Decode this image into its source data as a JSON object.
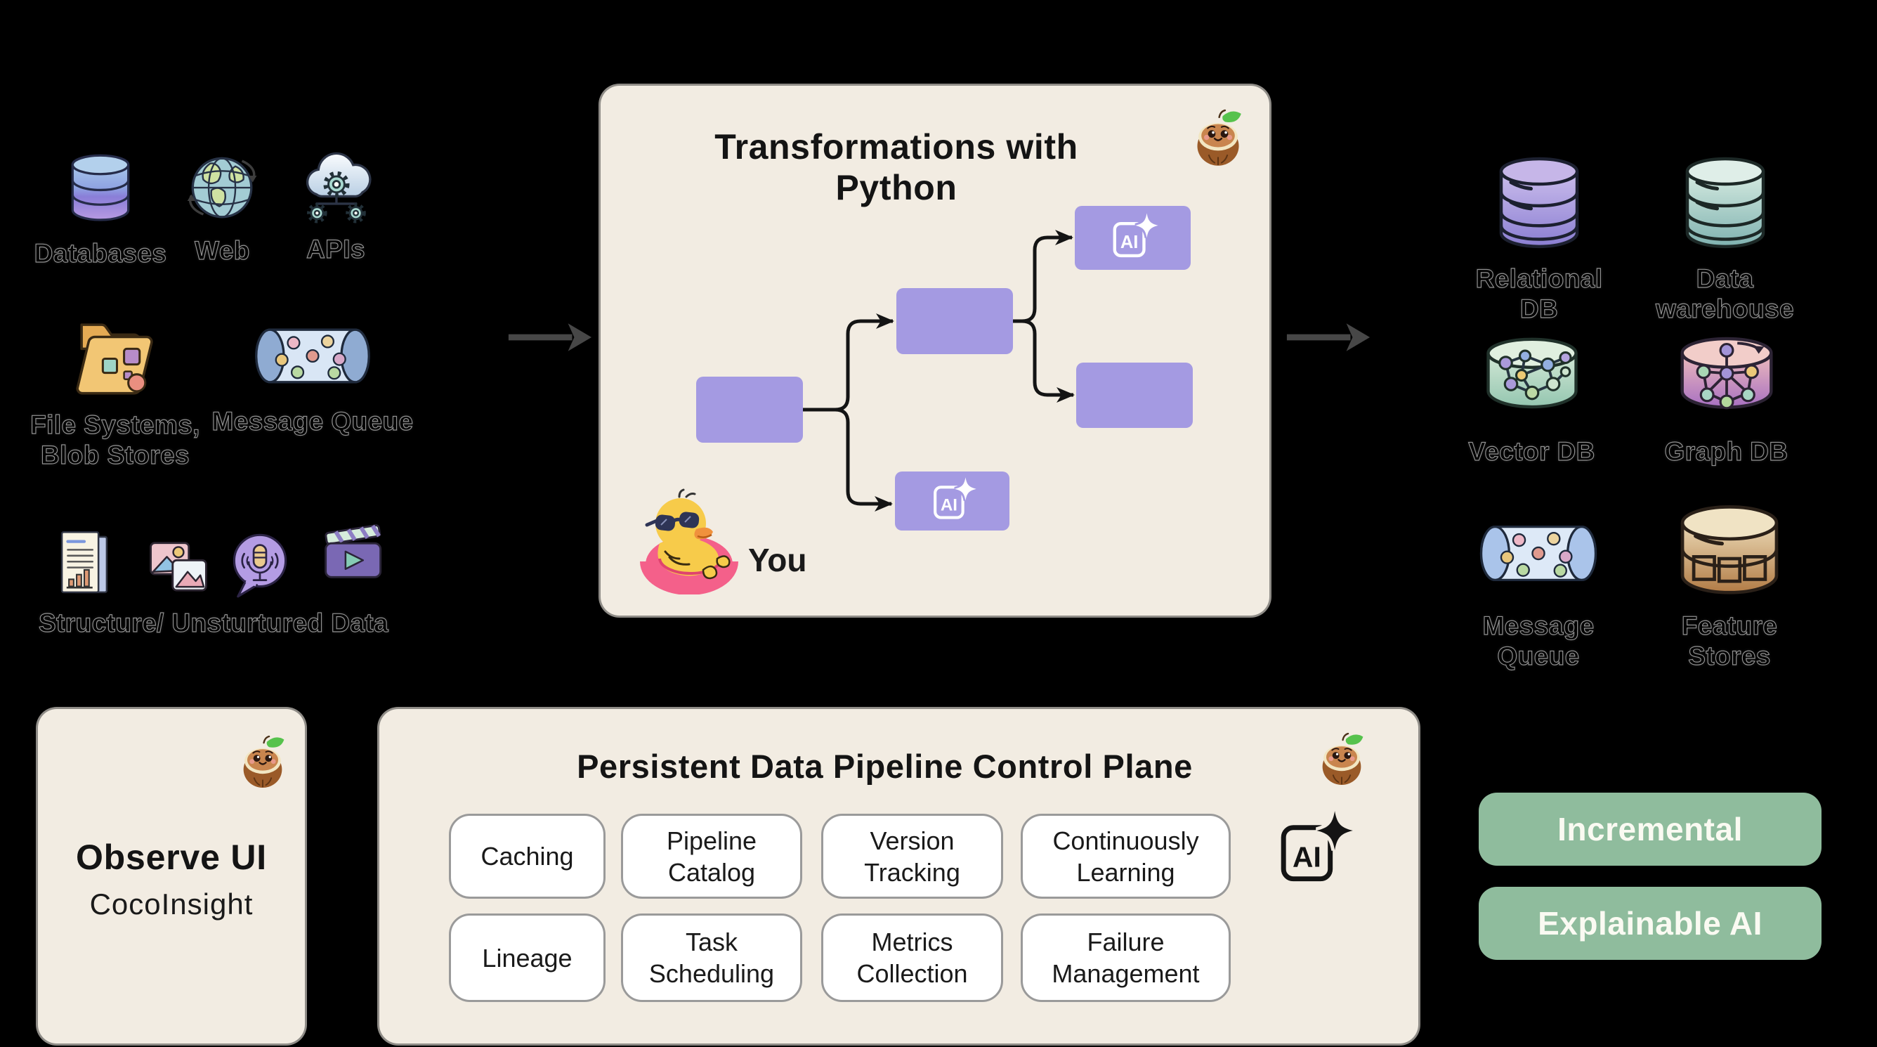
{
  "colors": {
    "background": "#000000",
    "card_bg": "#f2ece2",
    "flow_purple": "#a49ae2",
    "badge_green": "#8fbc9d",
    "chip_bg": "#ffffff",
    "chip_border": "#9a9a9a",
    "flow_line": "#141414",
    "connector_gray": "#474747",
    "label_text": "#000000",
    "badge_text": "#fafaf2"
  },
  "sources": {
    "databases": {
      "label": "Databases",
      "icon": "database-cylinder-icon"
    },
    "web": {
      "label": "Web",
      "icon": "globe-icon"
    },
    "apis": {
      "label": "APIs",
      "icon": "cloud-gears-icon"
    },
    "file_systems": {
      "label": "File Systems,\nBlob Stores",
      "icon": "folder-icon"
    },
    "message_queue": {
      "label": "Message Queue",
      "icon": "message-queue-cylinder-icon"
    },
    "mixed_data": {
      "label": "Structure/ Unsturtured Data",
      "icons": [
        "document-icon",
        "images-icon",
        "audio-bubble-icon",
        "video-clapper-icon"
      ]
    }
  },
  "transformations": {
    "title": "Transformations with Python",
    "mascot": "coconut-mascot-icon",
    "duck": "duck-on-float-icon",
    "you_label": "You",
    "ai_box_text": "AI"
  },
  "destinations": {
    "relational_db": {
      "label": "Relational DB"
    },
    "data_warehouse": {
      "label": "Data warehouse"
    },
    "vector_db": {
      "label": "Vector DB"
    },
    "graph_db": {
      "label": "Graph DB"
    },
    "message_queue": {
      "label": "Message Queue"
    },
    "feature_stores": {
      "label": "Feature Stores"
    }
  },
  "observe": {
    "title": "Observe UI",
    "subtitle": "CocoInsight",
    "mascot": "coconut-mascot-icon"
  },
  "control_plane": {
    "title": "Persistent Data Pipeline Control Plane",
    "mascot": "coconut-mascot-icon",
    "ai_icon": "ai-sparkle-icon",
    "chips": [
      [
        "Caching",
        "Pipeline Catalog",
        "Version Tracking",
        "Continuously Learning"
      ],
      [
        "Lineage",
        "Task Scheduling",
        "Metrics Collection",
        "Failure Management"
      ]
    ]
  },
  "badges": [
    {
      "label": "Incremental"
    },
    {
      "label": "Explainable AI"
    }
  ]
}
